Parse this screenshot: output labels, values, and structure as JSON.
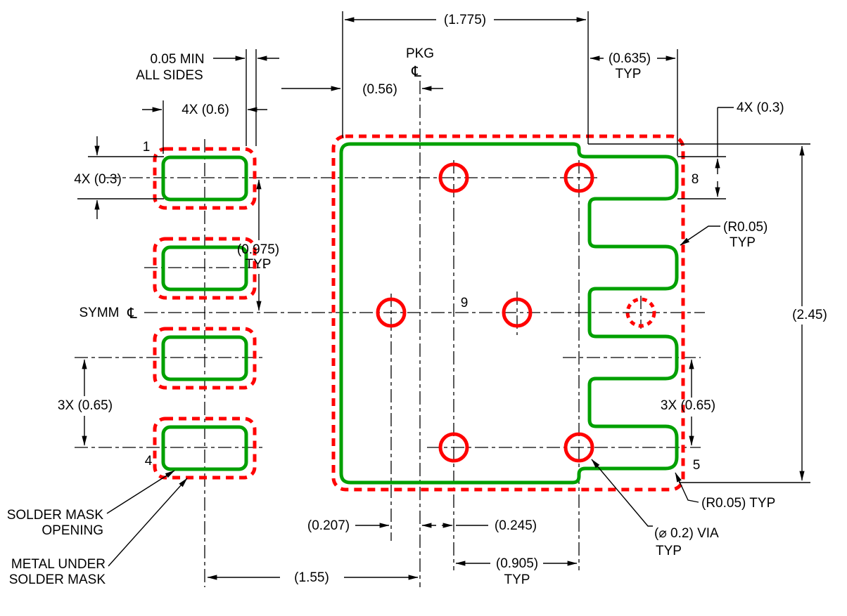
{
  "drawing": {
    "type": "pcb-land-pattern-technical-drawing",
    "views": [
      "solder-mask-detail-pads-left",
      "main-land-pattern-right"
    ]
  },
  "colors": {
    "metal_outline_green": "#00A000",
    "solder_mask_outline_red": "#FF0000",
    "line_black": "#000000",
    "background": "#FFFFFF"
  },
  "labels": {
    "dim_total_width": "(1.775)",
    "pkg": "PKG",
    "centerline_symbol": "℄",
    "dim_pad_to_center": "(0.56)",
    "clearance_note_1": "0.05 MIN",
    "clearance_note_2": "ALL SIDES",
    "dim_pad_width": "4X (0.6)",
    "dim_pad_height": "4X (0.3)",
    "dim_finger_height": "4X (0.3)",
    "dim_finger_width": "(0.635)",
    "typ": "TYP",
    "dim_row_offset": "(0.975)",
    "symm": "SYMM",
    "dim_pitch": "3X (0.65)",
    "dim_total_height": "(2.45)",
    "radius_note": "(R0.05)",
    "radius_note_bottom": "(R0.05) TYP",
    "dim_via_col1": "(0.207)",
    "dim_via_col2": "(0.245)",
    "dim_via_pitch": "(0.905)",
    "dim_center_to_center": "(1.55)",
    "via_note_1": "(⌀ 0.2) VIA",
    "via_note_2": "TYP",
    "solder_mask_note_1": "SOLDER MASK",
    "solder_mask_note_2": "OPENING",
    "metal_note_1": "METAL UNDER",
    "metal_note_2": "SOLDER MASK"
  },
  "pins": {
    "pin1": "1",
    "pin4": "4",
    "pin5": "5",
    "pin8": "8",
    "pin9": "9"
  }
}
